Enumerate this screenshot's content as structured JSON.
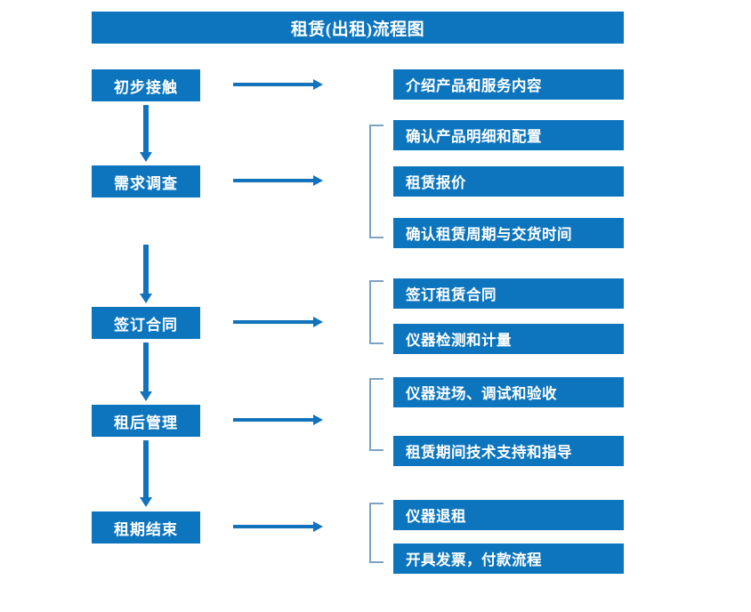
{
  "diagram": {
    "title": "租赁(出租)流程图",
    "accent_color": "#0C75BE",
    "arrow_color": "#1273BC",
    "bracket_color": "#7BA3C6",
    "text_color": "#FFFFFF",
    "background_color": "#FFFFFF",
    "stages": [
      {
        "label": "初步接触"
      },
      {
        "label": "需求调查"
      },
      {
        "label": "签订合同"
      },
      {
        "label": "租后管理"
      },
      {
        "label": "租期结束"
      }
    ],
    "detail_groups": [
      {
        "stage": "初步接触",
        "bracketed": false,
        "items": [
          {
            "label": "介绍产品和服务内容"
          }
        ]
      },
      {
        "stage": "需求调查",
        "bracketed": true,
        "items": [
          {
            "label": "确认产品明细和配置"
          },
          {
            "label": "租赁报价"
          },
          {
            "label": "确认租赁周期与交货时间"
          }
        ]
      },
      {
        "stage": "签订合同",
        "bracketed": true,
        "items": [
          {
            "label": "签订租赁合同"
          },
          {
            "label": "仪器检测和计量"
          }
        ]
      },
      {
        "stage": "租后管理",
        "bracketed": true,
        "items": [
          {
            "label": "仪器进场、调试和验收"
          },
          {
            "label": "租赁期间技术支持和指导"
          }
        ]
      },
      {
        "stage": "租期结束",
        "bracketed": true,
        "items": [
          {
            "label": "仪器退租"
          },
          {
            "label": "开具发票，付款流程"
          }
        ]
      }
    ]
  }
}
